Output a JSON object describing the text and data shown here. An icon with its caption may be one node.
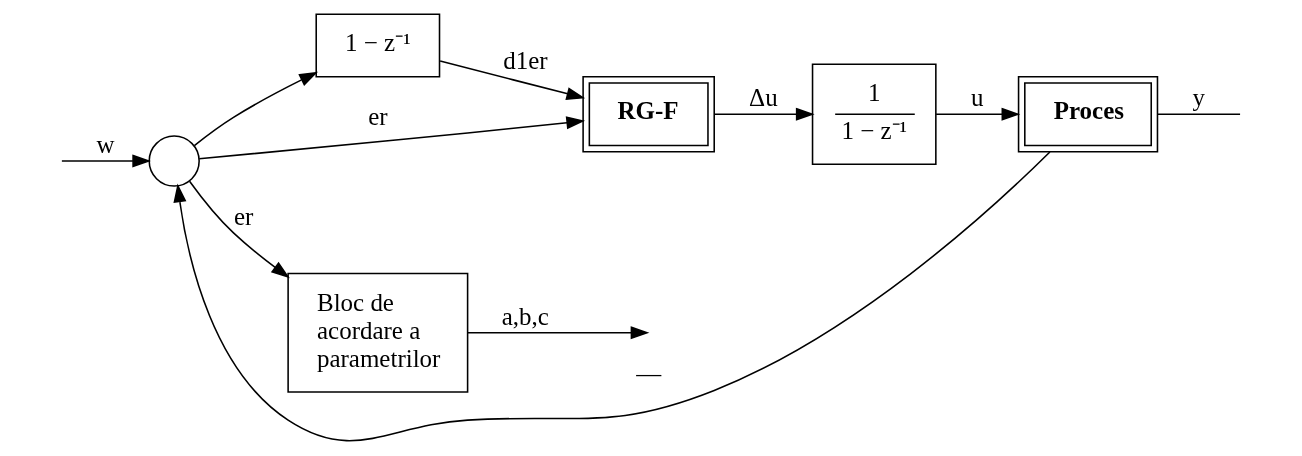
{
  "diagram": {
    "nodes": [
      {
        "text": [],
        "shape": "circle"
      },
      {
        "text": [
          "1 − z⁻¹"
        ]
      },
      {
        "text": [
          "RG-F"
        ]
      },
      {
        "text": [
          "1",
          "1 − z⁻¹"
        ]
      },
      {
        "text": [
          "Proces"
        ]
      },
      {
        "text": [
          "Bloc de acordare a parametrilor"
        ]
      }
    ],
    "edges": [
      {
        "from": null,
        "to": 0,
        "arrow": "to",
        "label": "w"
      },
      {
        "from": 0,
        "to": 2,
        "arrow": "to",
        "label": "er"
      },
      {
        "from": 0,
        "to": 1,
        "arrow": "to"
      },
      {
        "from": 1,
        "to": 2,
        "arrow": "to",
        "label": "d1er"
      },
      {
        "from": 0,
        "to": 5,
        "arrow": "to",
        "label": "er"
      },
      {
        "from": 2,
        "to": 3,
        "arrow": "to",
        "label": "Δu"
      },
      {
        "from": 3,
        "to": 4,
        "arrow": "to",
        "label": "u"
      },
      {
        "from": 4,
        "to": null,
        "arrow": "none",
        "label": "y"
      },
      {
        "from": 4,
        "to": 0,
        "arrow": "to",
        "label": "—"
      },
      {
        "from": 5,
        "to": null,
        "arrow": "to",
        "label": "a,b,c"
      }
    ]
  }
}
